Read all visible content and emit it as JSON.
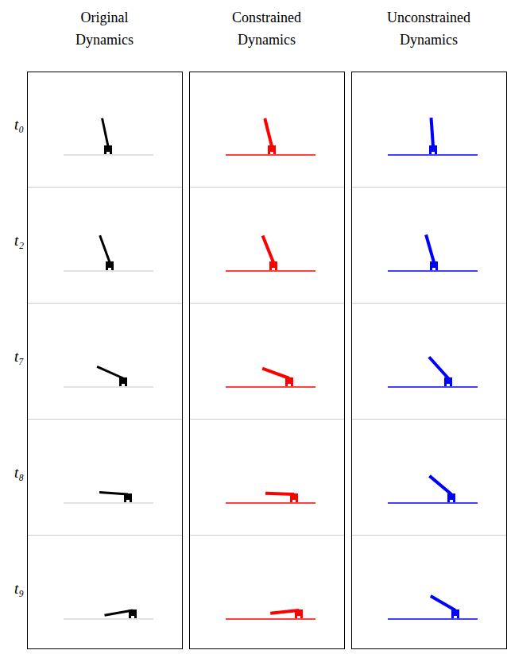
{
  "diagram": {
    "labels": [
      "Original Dynamics",
      "Constrained Dynamics",
      "Unconstrained Dynamics",
      "t₀",
      "t₂",
      "t₇",
      "t₈",
      "t₉"
    ]
  }
}
